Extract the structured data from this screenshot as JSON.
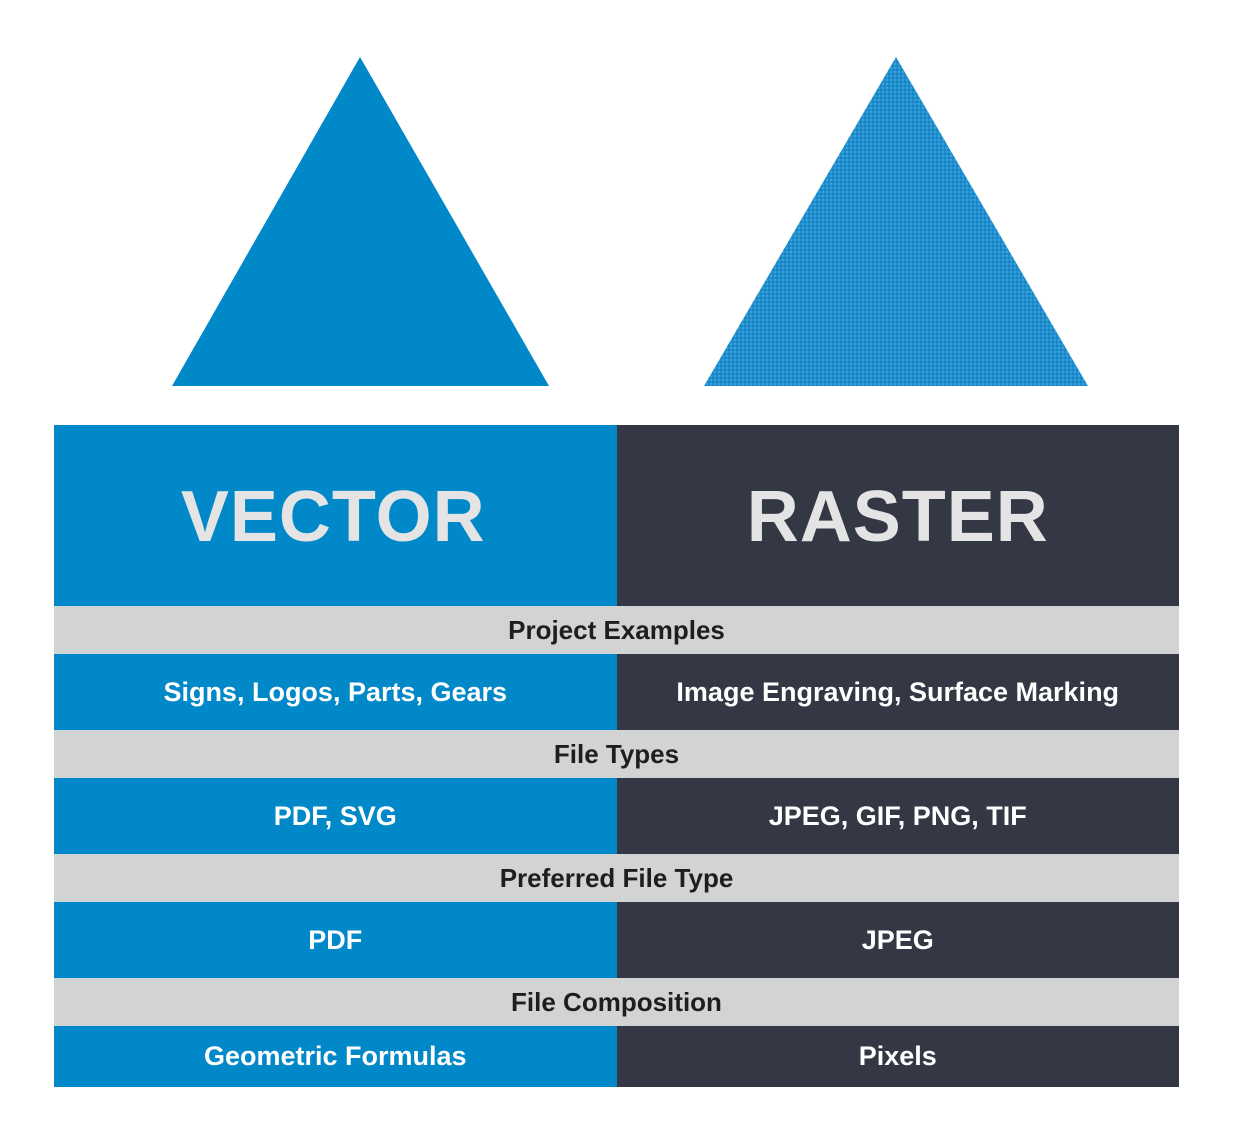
{
  "colors": {
    "vector": "#0088c8",
    "raster": "#343844",
    "section": "#d1d3d4",
    "heading_text": "#e4e4e4",
    "section_text": "#1e1e1e"
  },
  "header": {
    "vector": "VECTOR",
    "raster": "RASTER"
  },
  "rows": [
    {
      "section": "Project Examples",
      "vector": "Signs, Logos, Parts, Gears",
      "raster": "Image Engraving, Surface Marking"
    },
    {
      "section": "File Types",
      "vector": "PDF, SVG",
      "raster": "JPEG, GIF, PNG, TIF"
    },
    {
      "section": "Preferred File Type",
      "vector": "PDF",
      "raster": "JPEG"
    },
    {
      "section": "File Composition",
      "vector": "Geometric Formulas",
      "raster": "Pixels"
    }
  ]
}
